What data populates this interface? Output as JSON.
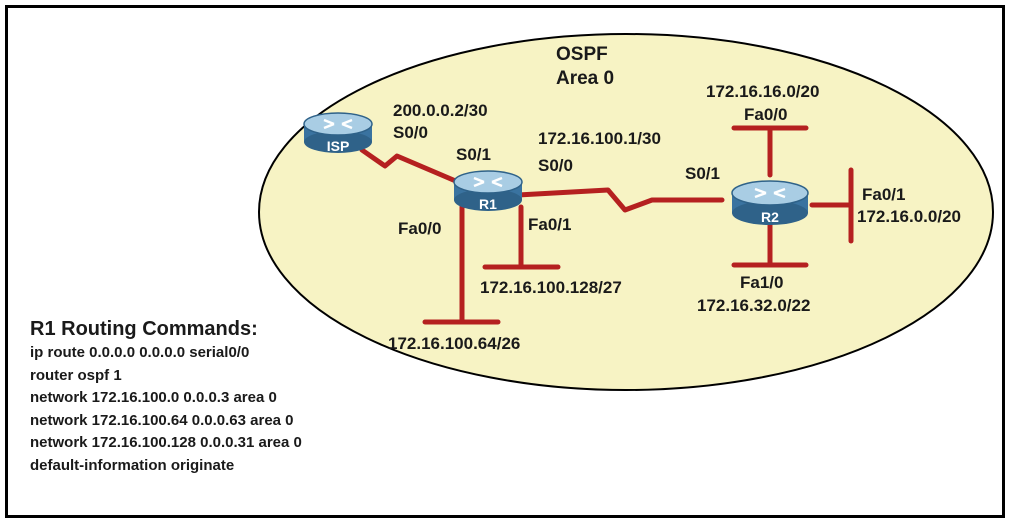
{
  "area": {
    "line1": "OSPF",
    "line2": "Area 0"
  },
  "colors": {
    "ellipse_fill": "#f7f3c4",
    "link": "#b52020",
    "router_body": "#3a73a0",
    "router_top": "#a9cde4"
  },
  "routers": {
    "isp": {
      "name": "ISP",
      "icon": "router-icon"
    },
    "r1": {
      "name": "R1",
      "icon": "router-icon"
    },
    "r2": {
      "name": "R2",
      "icon": "router-icon"
    }
  },
  "labels": {
    "isp_ip": "200.0.0.2/30",
    "isp_if": "S0/0",
    "r1_s01": "S0/1",
    "r1_s00": "S0/0",
    "r1_s00_ip": "172.16.100.1/30",
    "r1_fa00": "Fa0/0",
    "r1_fa01": "Fa0/1",
    "lan_128": "172.16.100.128/27",
    "lan_64": "172.16.100.64/26",
    "r2_s01": "S0/1",
    "r2_fa00": "Fa0/0",
    "lan_16": "172.16.16.0/20",
    "r2_fa01": "Fa0/1",
    "lan_0": "172.16.0.0/20",
    "r2_fa10": "Fa1/0",
    "lan_32": "172.16.32.0/22"
  },
  "commands": {
    "title": "R1 Routing Commands:",
    "lines": [
      "ip route 0.0.0.0 0.0.0.0 serial0/0",
      "router ospf 1",
      "network 172.16.100.0 0.0.0.3 area 0",
      "network 172.16.100.64 0.0.0.63 area 0",
      "network 172.16.100.128 0.0.0.31 area 0",
      "default-information originate"
    ]
  }
}
